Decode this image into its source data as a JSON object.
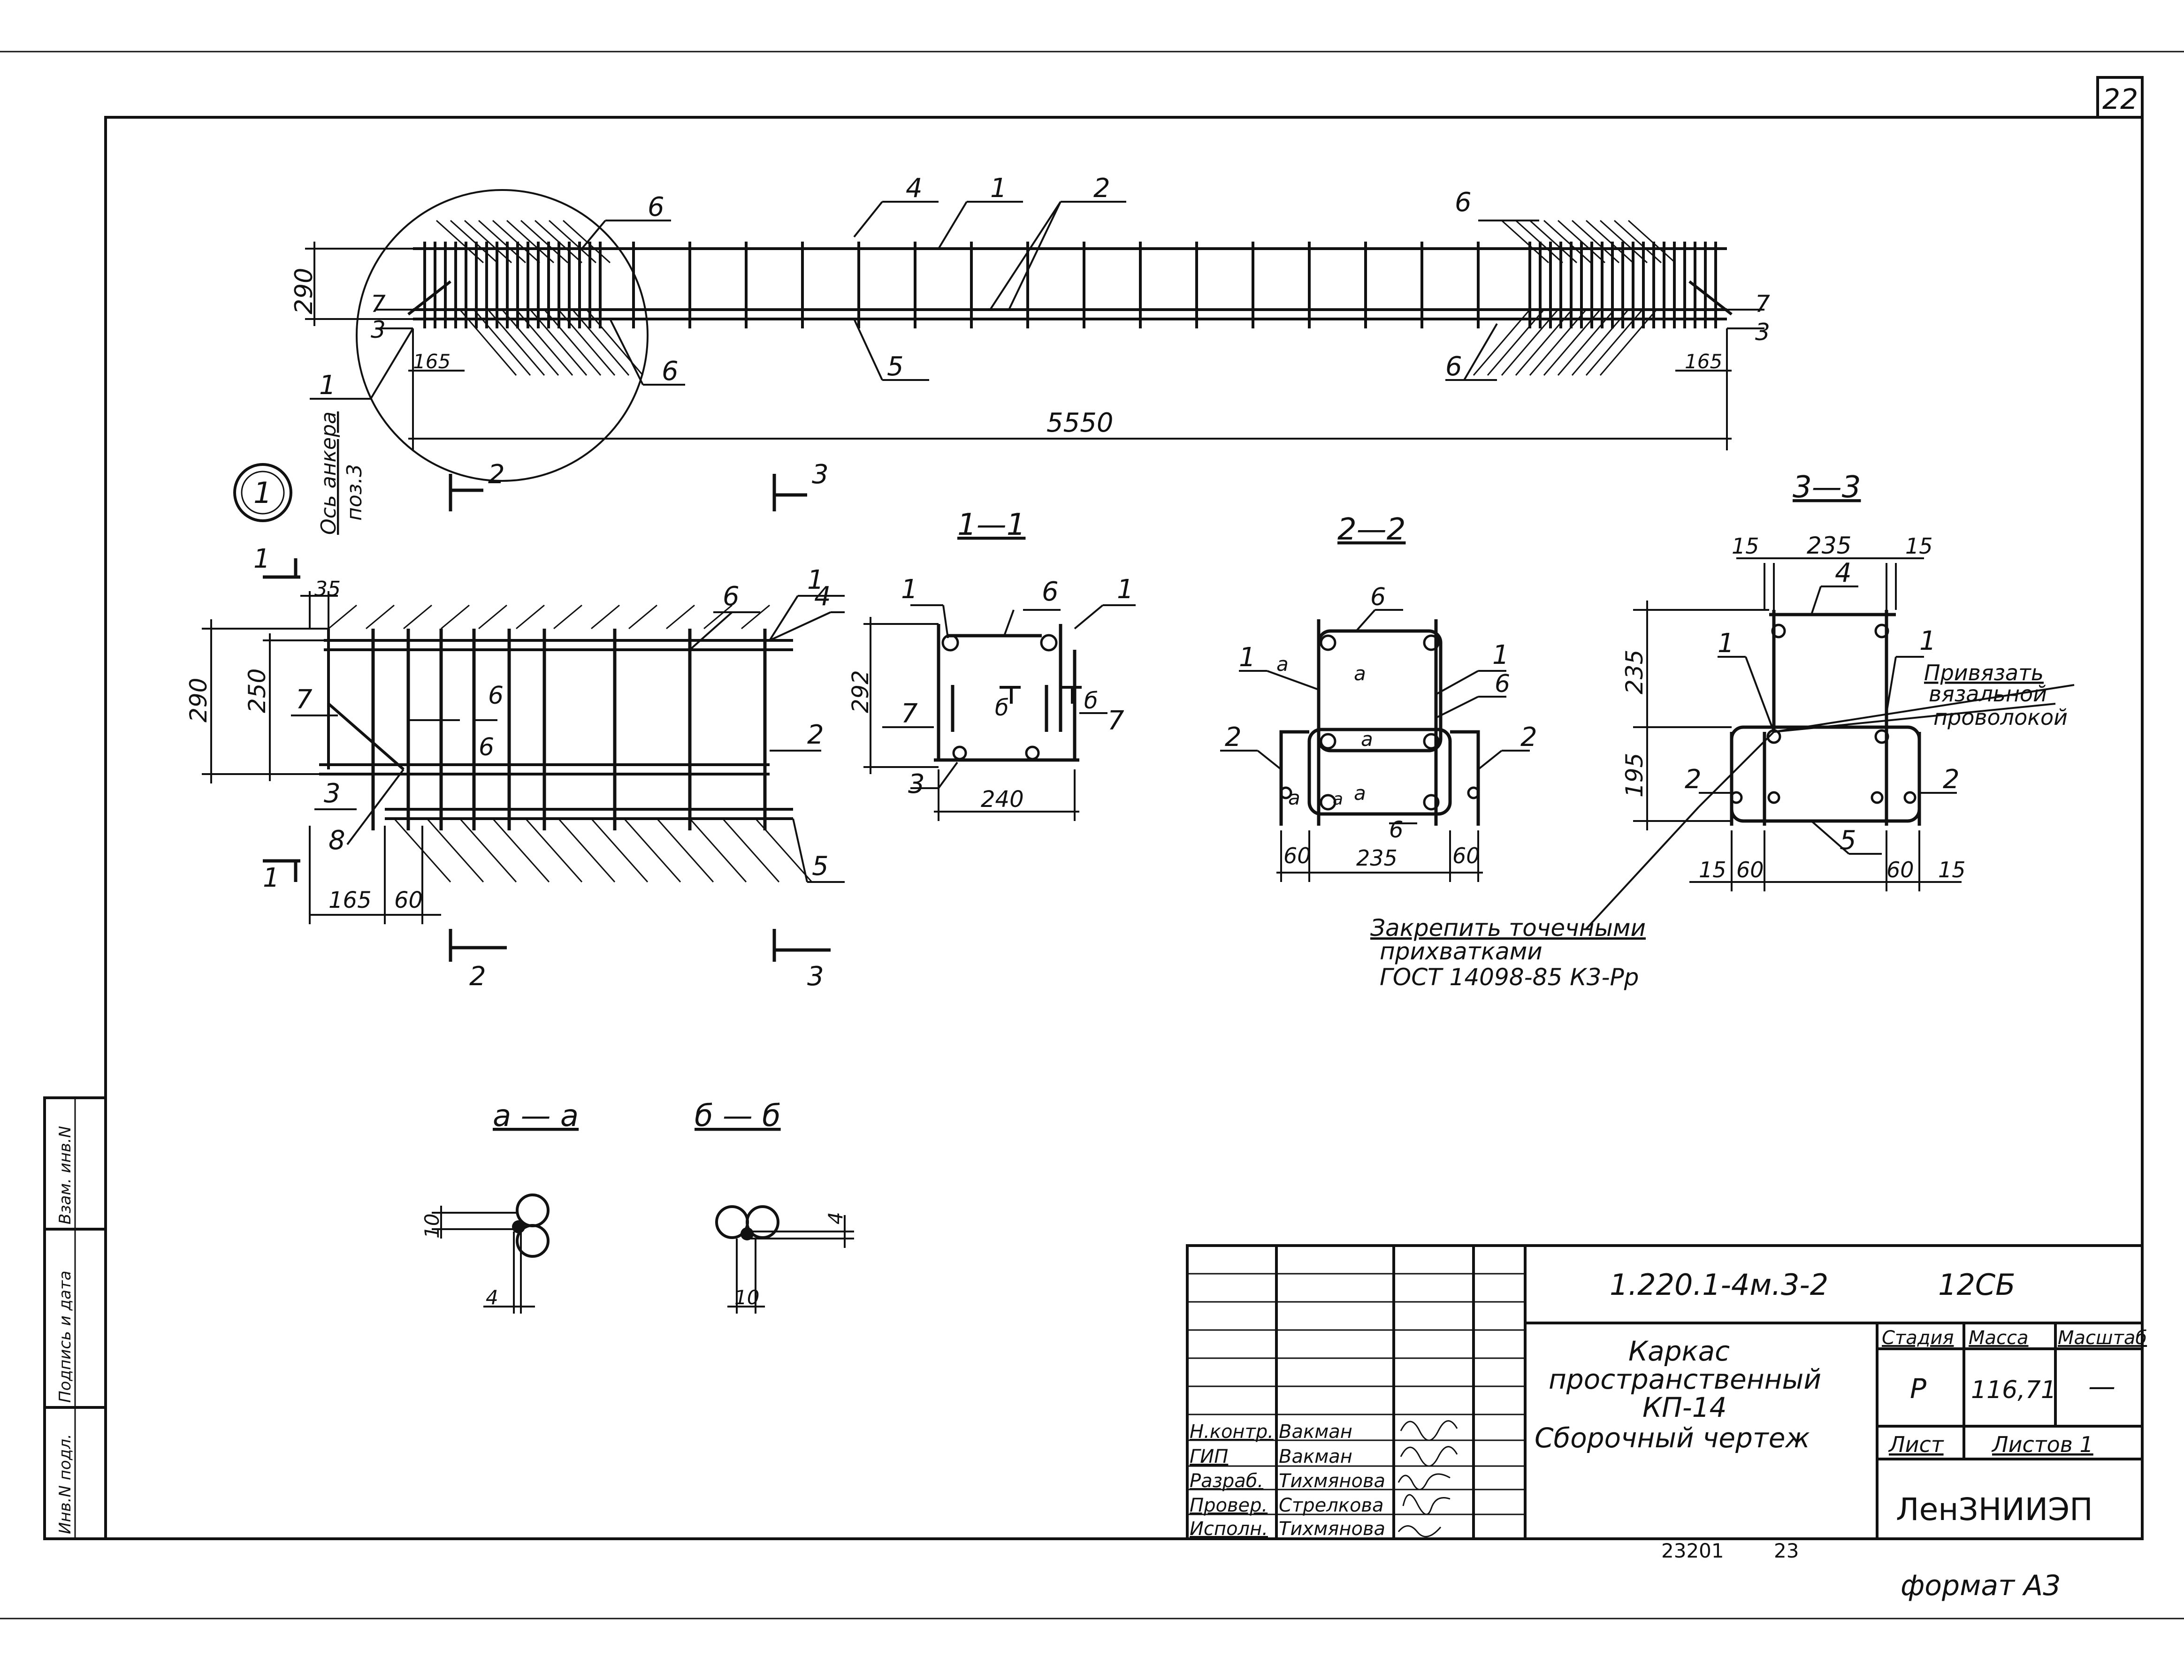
{
  "sheet": {
    "number": "22",
    "format_label": "формат А3",
    "bottom_note_1": "23201",
    "bottom_note_2": "23"
  },
  "side_stamp": {
    "cells": [
      "Инв.N подл.",
      "Подпись и дата",
      "Взам. инв.N"
    ]
  },
  "plan": {
    "dim_height": "290",
    "dim_length": "5550",
    "dim_left_end": "165",
    "dim_right_end": "165",
    "callout_1_left": "1",
    "callout_4": "4",
    "callout_1_top": "1",
    "callout_2": "2",
    "callout_6_top_left": "6",
    "callout_6_top_right": "6",
    "callout_6_bottom_left": "6",
    "callout_6_bottom_right": "6",
    "callout_5": "5",
    "callout_7_left": "7",
    "callout_3_left": "3",
    "callout_7_right": "7",
    "callout_3_right": "3",
    "detail_circle_label": "1",
    "anchor_axis_line1": "Ось анкера",
    "anchor_axis_line2": "поз.3",
    "section_2_top": "2",
    "section_3_top": "3"
  },
  "detail1": {
    "section_1_top": "1",
    "section_1_bottom": "1",
    "section_2_bottom": "2",
    "section_3_bottom": "3",
    "dim_35": "35",
    "dim_290": "290",
    "dim_250": "250",
    "dim_165": "165",
    "dim_60": "60",
    "callouts": {
      "c1": "1",
      "c4": "4",
      "c6a": "6",
      "c6b": "6",
      "c6c": "6",
      "c7": "7",
      "c2": "2",
      "c3": "3",
      "c8": "8",
      "c5": "5"
    }
  },
  "section11": {
    "title": "1—1",
    "dim_292": "292",
    "dim_240": "240",
    "c1a": "1",
    "c6": "6",
    "c1b": "1",
    "c7a": "7",
    "c7b": "7",
    "c3": "3",
    "b_left": "б",
    "b_right": "б"
  },
  "section22": {
    "title": "2—2",
    "c6_top": "6",
    "c1_left": "1",
    "c1_right": "1",
    "c6_right": "6",
    "c2_left": "2",
    "c2_right": "2",
    "c6_bottom": "6",
    "a1": "а",
    "a2": "а",
    "a3": "а",
    "a4": "а",
    "a5": "а",
    "a6": "а",
    "dim_60_left": "60",
    "dim_235": "235",
    "dim_60_right": "60"
  },
  "section33": {
    "title": "3—3",
    "dim_15_tl": "15",
    "dim_235_top": "235",
    "dim_15_tr": "15",
    "dim_235_side": "235",
    "dim_195": "195",
    "c4": "4",
    "c1_left": "1",
    "c1_right": "1",
    "c2_left": "2",
    "c2_right": "2",
    "c5": "5",
    "dim_15_bl": "15",
    "dim_60_bl": "60",
    "dim_60_br": "60",
    "dim_15_br": "15",
    "note_tie_line1": "Привязать",
    "note_tie_line2": "вязальной",
    "note_tie_line3": "проволокой"
  },
  "weld_note": {
    "line1": "Закрепить точечными",
    "line2": "прихватками",
    "line3": "ГОСТ 14098-85 К3-Рр"
  },
  "detail_aa": {
    "title": "а — а",
    "dim_10": "10",
    "dim_4": "4"
  },
  "detail_bb": {
    "title": "б — б",
    "dim_4": "4",
    "dim_10": "10"
  },
  "title_block": {
    "code": "1.220.1-4м.3-2",
    "sheet_code": "12СБ",
    "name_line1": "Каркас",
    "name_line2": "пространственный",
    "name_line3": "КП-14",
    "name_line4": "Сборочный чертеж",
    "stage_hdr": "Стадия",
    "mass_hdr": "Масса",
    "scale_hdr": "Масштаб",
    "stage_val": "Р",
    "mass_val": "116,71",
    "scale_val": "—",
    "sheet_hdr": "Лист",
    "sheets_hdr": "Листов 1",
    "org": "ЛенЗНИИЭП",
    "roles": [
      "Н.контр.",
      "ГИП",
      "Разраб.",
      "Провер.",
      "Исполн."
    ],
    "names": [
      "Вакман",
      "Вакман",
      "Тихмянова",
      "Стрелкова",
      "Тихмянова"
    ]
  }
}
